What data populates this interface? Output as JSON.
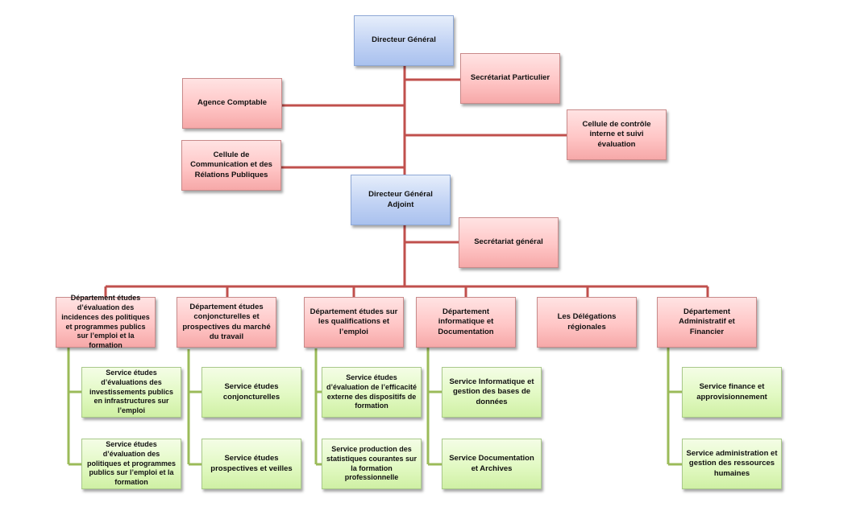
{
  "colors": {
    "connector_red": "#c0504d",
    "connector_green": "#9bbb59",
    "direction_fill": "#c6d9f1",
    "unit_fill": "#ffc7ce",
    "service_fill": "#e6f5cc"
  },
  "org": {
    "dg": "Directeur Général",
    "sp": "Secrétariat Particulier",
    "ac": "Agence Comptable",
    "ccisé": "Cellule de contrôle interne et suivi évaluation",
    "ccrp": "Cellule de Communication et des Rélations Publiques",
    "dga": "Directeur Général Adjoint",
    "sg": "Secrétariat général",
    "dep1": "Département études d’évaluation des incidences des politiques et programmes publics sur l’emploi et la formation",
    "dep2": "Département  études conjoncturelles et prospectives du marché du travail",
    "dep3": "Département études sur les qualifications et l’emploi",
    "dep4": "Département informatique et Documentation",
    "dep5": "Les Délégations régionales",
    "dep6": "Département Administratif et Financier",
    "s1a": "Service études d’évaluations des investissements publics en infrastructures sur l’emploi",
    "s1b": "Service études d’évaluation des politiques et programmes publics sur l’emploi et la formation",
    "s2a": "Service études conjoncturelles",
    "s2b": "Service études prospectives et veilles",
    "s3a": "Service études d’évaluation de l’efficacité externe des dispositifs de formation",
    "s3b": "Service production des statistiques courantes sur la formation professionnelle",
    "s4a": "Service Informatique et gestion des bases de données",
    "s4b": "Service Documentation et Archives",
    "s6a": "Service finance et approvisionnement",
    "s6b": "Service administration et gestion des ressources humaines"
  }
}
